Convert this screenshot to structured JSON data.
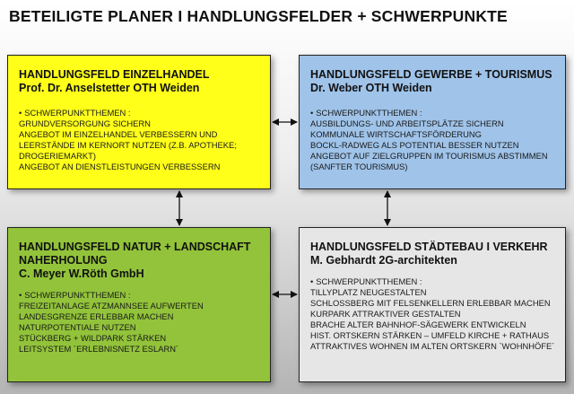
{
  "title": "BETEILIGTE PLANER  I HANDLUNGSFELDER + SCHWERPUNKTE",
  "boxes": [
    {
      "heading": "HANDLUNGSFELD EINZELHANDEL\nProf. Dr. Anselstetter OTH Weiden",
      "subheading": "SCHWERPUNKTTHEMEN :",
      "items": [
        "GRUNDVERSORGUNG SICHERN",
        "ANGEBOT IM EINZELHANDEL VERBESSERN UND LEERSTÄNDE IM KERNORT NUTZEN (z.B. APOTHEKE; DROGERIEMARKT)",
        "ANGEBOT AN DIENSTLEISTUNGEN VERBESSERN"
      ],
      "color": "#ffff1a"
    },
    {
      "heading": "HANDLUNGSFELD GEWERBE + TOURISMUS\nDr. Weber  OTH Weiden",
      "subheading": "SCHWERPUNKTTHEMEN :",
      "items": [
        "AUSBILDUNGS- UND ARBEITSPLÄTZE SICHERN",
        "KOMMUNALE WIRTSCHAFTSFÖRDERUNG",
        "BOCKL-RADWEG ALS POTENTIAL BESSER NUTZEN",
        "ANGEBOT AUF ZIELGRUPPEN IM TOURISMUS ABSTIMMEN (SANFTER TOURISMUS)"
      ],
      "color": "#9fc3e9"
    },
    {
      "heading": "HANDLUNGSFELD NATUR + LANDSCHAFT\nNAHERHOLUNG\nC. Meyer  W.Röth GmbH",
      "subheading": "SCHWERPUNKTTHEMEN :",
      "items": [
        "FREIZEITANLAGE ATZMANNSEE AUFWERTEN",
        "LANDESGRENZE ERLEBBAR MACHEN",
        "NATURPOTENTIALE NUTZEN",
        "STÜCKBERG + WILDPARK STÄRKEN",
        "LEITSYSTEM ´ERLEBNISNETZ ESLARN´"
      ],
      "color": "#92c33a"
    },
    {
      "heading": "HANDLUNGSFELD STÄDTEBAU I VERKEHR\nM. Gebhardt  2G-architekten",
      "subheading": "SCHWERPUNKTTHEMEN :",
      "items": [
        "TILLYPLATZ NEUGESTALTEN",
        "SCHLOSSBERG MIT FELSENKELLERN ERLEBBAR MACHEN",
        "KURPARK ATTRAKTIVER GESTALTEN",
        "BRACHE ALTER BAHNHOF-SÄGEWERK ENTWICKELN",
        "HIST. ORTSKERN STÄRKEN – UMFELD KIRCHE + RATHAUS",
        "ATTRAKTIVES WOHNEN IM ALTEN ORTSKERN `WOHNHÖFE´"
      ],
      "color": "#e6e6e6"
    }
  ]
}
